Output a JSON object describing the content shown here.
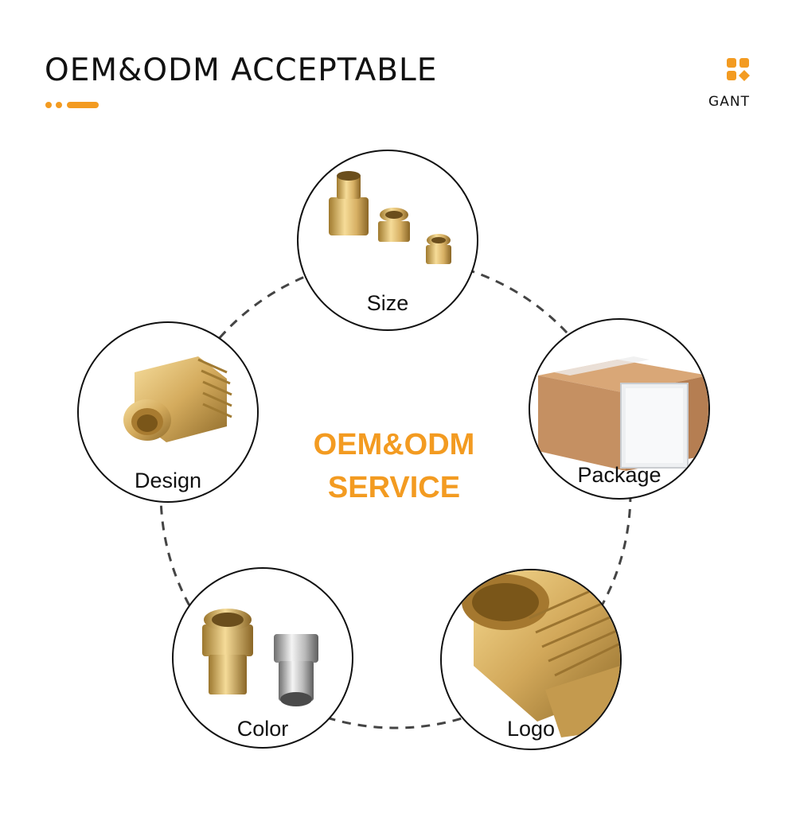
{
  "header": {
    "title": "OEM&ODM ACCEPTABLE",
    "brand": "GANT",
    "accent_color": "#f39b21"
  },
  "center": {
    "line1": "OEM&ODM",
    "line2": "SERVICE"
  },
  "features": [
    {
      "label": "Size",
      "icon": "brass-fittings-sizes-image"
    },
    {
      "label": "Package",
      "icon": "carton-box-image"
    },
    {
      "label": "Logo",
      "icon": "brass-thread-closeup-image"
    },
    {
      "label": "Color",
      "icon": "brass-and-chrome-fittings-image"
    },
    {
      "label": "Design",
      "icon": "hex-nipple-fitting-image"
    }
  ]
}
